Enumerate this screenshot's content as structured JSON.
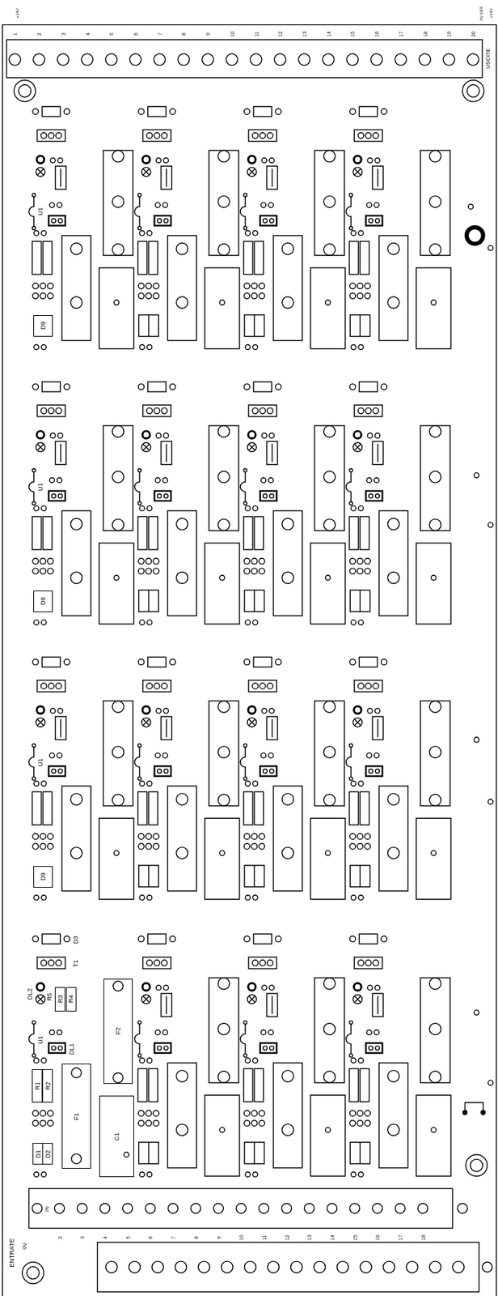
{
  "diagram": {
    "nodes": [
      {
        "text": [
          "D9"
        ]
      },
      {
        "text": [
          "D9"
        ]
      },
      {
        "text": [
          "D9"
        ]
      },
      {
        "text": [
          "R3"
        ]
      },
      {
        "text": [
          "R4"
        ]
      },
      {
        "text": [
          "F2"
        ]
      },
      {
        "text": [
          "R1"
        ]
      },
      {
        "text": [
          "R2"
        ]
      },
      {
        "text": [
          "F1"
        ]
      },
      {
        "text": [
          "C1"
        ]
      },
      {
        "text": [
          "D1"
        ]
      },
      {
        "text": [
          "D2"
        ]
      }
    ],
    "labels": [
      "+24V",
      "0V OFF",
      "+24V",
      "1",
      "2",
      "3",
      "4",
      "5",
      "6",
      "7",
      "8",
      "9",
      "10",
      "11",
      "12",
      "13",
      "14",
      "15",
      "16",
      "17",
      "18",
      "19",
      "20",
      "USCITE",
      "U1",
      "U1",
      "U1",
      "D3",
      "T1",
      "DL2",
      "R5",
      "DL1",
      "U1",
      "0V",
      "IN",
      "2",
      "3",
      "4",
      "5",
      "6",
      "7",
      "8",
      "9",
      "10",
      "11",
      "12",
      "13",
      "14",
      "15",
      "16",
      "17",
      "18",
      "ENTRATE"
    ]
  }
}
